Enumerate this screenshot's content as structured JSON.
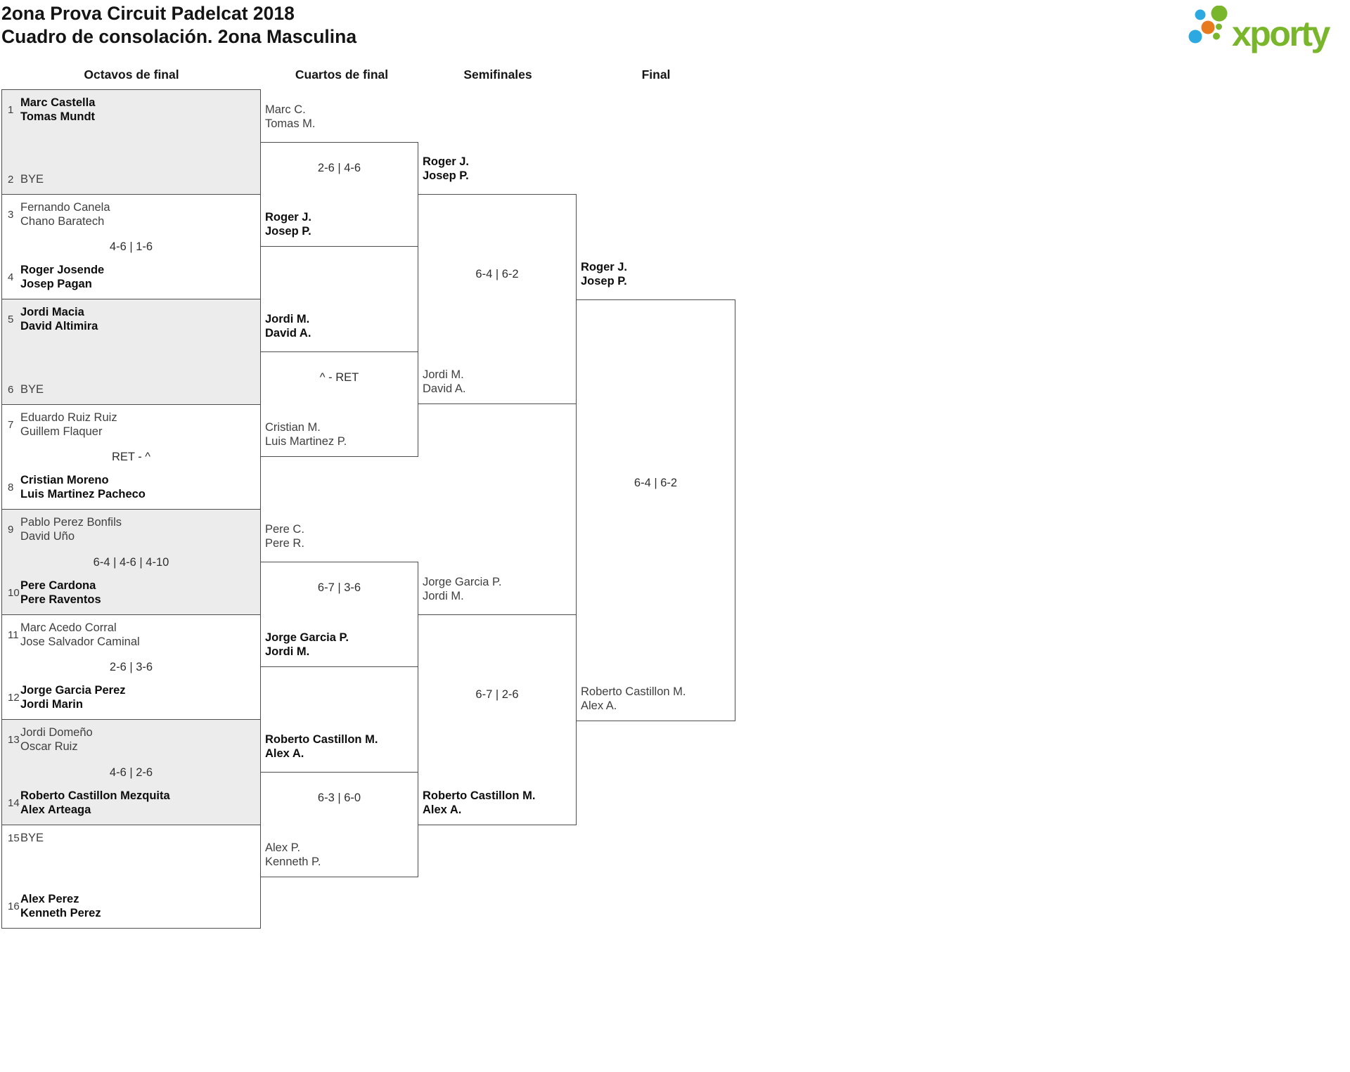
{
  "header": {
    "title_line1": "2ona Prova Circuit Padelcat 2018",
    "title_line2": "Cuadro de consolación. 2ona Masculina",
    "logo_text": "xporty"
  },
  "brand_colors": {
    "green": "#7ab62c",
    "orange": "#e67a1d",
    "blue": "#2da9e1"
  },
  "round_headers": {
    "octavos": "Octavos de final",
    "cuartos": "Cuartos de final",
    "semifinales": "Semifinales",
    "final": "Final"
  },
  "bracket": {
    "octavos": [
      {
        "shaded": true,
        "top": {
          "seed": "1",
          "line1": "Marc Castella",
          "line2": "Tomas Mundt",
          "winner": true
        },
        "score": "",
        "bottom": {
          "seed": "2",
          "line1": "BYE",
          "line2": null,
          "winner": false
        }
      },
      {
        "shaded": false,
        "top": {
          "seed": "3",
          "line1": "Fernando Canela",
          "line2": "Chano Baratech",
          "winner": false
        },
        "score": "4-6 | 1-6",
        "bottom": {
          "seed": "4",
          "line1": "Roger Josende",
          "line2": "Josep Pagan",
          "winner": true
        }
      },
      {
        "shaded": true,
        "top": {
          "seed": "5",
          "line1": "Jordi Macia",
          "line2": "David Altimira",
          "winner": true
        },
        "score": "",
        "bottom": {
          "seed": "6",
          "line1": "BYE",
          "line2": null,
          "winner": false
        }
      },
      {
        "shaded": false,
        "top": {
          "seed": "7",
          "line1": "Eduardo Ruiz Ruiz",
          "line2": "Guillem Flaquer",
          "winner": false
        },
        "score": "RET - ^",
        "bottom": {
          "seed": "8",
          "line1": "Cristian Moreno",
          "line2": "Luis Martinez Pacheco",
          "winner": true
        }
      },
      {
        "shaded": true,
        "top": {
          "seed": "9",
          "line1": "Pablo Perez Bonfils",
          "line2": "David Uño",
          "winner": false
        },
        "score": "6-4 | 4-6 | 4-10",
        "bottom": {
          "seed": "10",
          "line1": "Pere Cardona",
          "line2": "Pere Raventos",
          "winner": true
        }
      },
      {
        "shaded": false,
        "top": {
          "seed": "11",
          "line1": "Marc Acedo Corral",
          "line2": "Jose Salvador Caminal",
          "winner": false
        },
        "score": "2-6 | 3-6",
        "bottom": {
          "seed": "12",
          "line1": "Jorge Garcia Perez",
          "line2": "Jordi Marin",
          "winner": true
        }
      },
      {
        "shaded": true,
        "top": {
          "seed": "13",
          "line1": "Jordi Domeño",
          "line2": "Oscar Ruiz",
          "winner": false
        },
        "score": "4-6 | 2-6",
        "bottom": {
          "seed": "14",
          "line1": "Roberto Castillon Mezquita",
          "line2": "Alex Arteaga",
          "winner": true
        }
      },
      {
        "shaded": false,
        "top": {
          "seed": "15",
          "line1": "BYE",
          "line2": null,
          "winner": false
        },
        "score": "",
        "bottom": {
          "seed": "16",
          "line1": "Alex Perez",
          "line2": "Kenneth Perez",
          "winner": true
        }
      }
    ],
    "cuartos": [
      {
        "above": {
          "line1": "Marc C.",
          "line2": "Tomas M.",
          "winner": false
        },
        "score": "2-6 | 4-6",
        "below": {
          "line1": "Roger J.",
          "line2": "Josep P.",
          "winner": true
        }
      },
      {
        "above": {
          "line1": "Jordi M.",
          "line2": "David A.",
          "winner": true
        },
        "score": "^ - RET",
        "below": {
          "line1": "Cristian M.",
          "line2": "Luis Martinez P.",
          "winner": false
        }
      },
      {
        "above": {
          "line1": "Pere C.",
          "line2": "Pere R.",
          "winner": false
        },
        "score": "6-7 | 3-6",
        "below": {
          "line1": "Jorge Garcia P.",
          "line2": "Jordi M.",
          "winner": true
        }
      },
      {
        "above": {
          "line1": "Roberto Castillon M.",
          "line2": "Alex A.",
          "winner": true
        },
        "score": "6-3 | 6-0",
        "below": {
          "line1": "Alex P.",
          "line2": "Kenneth P.",
          "winner": false
        }
      }
    ],
    "semifinales": [
      {
        "above": {
          "line1": "Roger J.",
          "line2": "Josep P.",
          "winner": true
        },
        "score": "6-4 | 6-2",
        "below": {
          "line1": "Jordi M.",
          "line2": "David A.",
          "winner": false
        }
      },
      {
        "above": {
          "line1": "Jorge Garcia P.",
          "line2": "Jordi M.",
          "winner": false
        },
        "score": "6-7 | 2-6",
        "below": {
          "line1": "Roberto Castillon M.",
          "line2": "Alex A.",
          "winner": true
        }
      }
    ],
    "final": {
      "above": {
        "line1": "Roger J.",
        "line2": "Josep P.",
        "winner": true
      },
      "score": "6-4 | 6-2",
      "below": {
        "line1": "Roberto Castillon M.",
        "line2": "Alex A.",
        "winner": false
      }
    }
  }
}
